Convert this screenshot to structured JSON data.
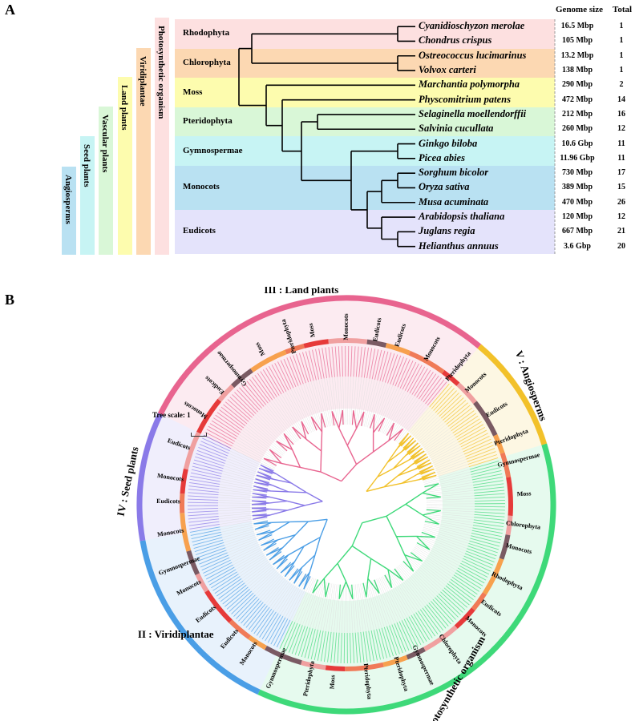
{
  "panels": {
    "a": "A",
    "b": "B"
  },
  "headers": {
    "genome_size": "Genome size",
    "total": "Total"
  },
  "columns": [
    {
      "label": "Angiosperms",
      "color": "#b9e1f2"
    },
    {
      "label": "Seed plants",
      "color": "#c7f4f4"
    },
    {
      "label": "Vascular plants",
      "color": "#d9f7d7"
    },
    {
      "label": "Land plants",
      "color": "#fdfcae"
    },
    {
      "label": "Viridiplantae",
      "color": "#fcd8b2"
    },
    {
      "label": "Photosynthetic organism",
      "color": "#fde0e0"
    }
  ],
  "groups": [
    {
      "label": "Rhodophyta",
      "color": "#fde0e0"
    },
    {
      "label": "Chlorophyta",
      "color": "#fcd8b2"
    },
    {
      "label": "Moss",
      "color": "#fdfcae"
    },
    {
      "label": "Pteridophyta",
      "color": "#d9f7d7"
    },
    {
      "label": "Gymnospermae",
      "color": "#c7f4f4"
    },
    {
      "label": "Monocots",
      "color": "#b9e1f2"
    },
    {
      "label": "Eudicots",
      "color": "#e4e3fb"
    }
  ],
  "species": [
    {
      "name": "Cyanidioschyzon merolae",
      "size": "16.5 Mbp",
      "total": "1"
    },
    {
      "name": "Chondrus crispus",
      "size": "105 Mbp",
      "total": "1"
    },
    {
      "name": "Ostreococcus lucimarinus",
      "size": "13.2 Mbp",
      "total": "1"
    },
    {
      "name": "Volvox carteri",
      "size": "138 Mbp",
      "total": "1"
    },
    {
      "name": "Marchantia polymorpha",
      "size": "290 Mbp",
      "total": "2"
    },
    {
      "name": "Physcomitrium patens",
      "size": "472 Mbp",
      "total": "14"
    },
    {
      "name": "Selaginella moellendorffii",
      "size": "212 Mbp",
      "total": "16"
    },
    {
      "name": "Salvinia cucullata",
      "size": "260 Mbp",
      "total": "12"
    },
    {
      "name": "Ginkgo biloba",
      "size": "10.6 Gbp",
      "total": "11"
    },
    {
      "name": "Picea abies",
      "size": "11.96 Gbp",
      "total": "11"
    },
    {
      "name": "Sorghum bicolor",
      "size": "730 Mbp",
      "total": "17"
    },
    {
      "name": "Oryza sativa",
      "size": "389 Mbp",
      "total": "15"
    },
    {
      "name": "Musa acuminata",
      "size": "470 Mbp",
      "total": "26"
    },
    {
      "name": "Arabidopsis thaliana",
      "size": "120 Mbp",
      "total": "12"
    },
    {
      "name": "Juglans regia",
      "size": "667 Mbp",
      "total": "21"
    },
    {
      "name": "Helianthus annuus",
      "size": "3.6 Gbp",
      "total": "20"
    }
  ],
  "circle": {
    "tree_scale": "Tree scale: 1",
    "clades": [
      {
        "label": "I : Photosynthetic organism",
        "color": "#3ed979"
      },
      {
        "label": "II : Viridiplantae",
        "color": "#4a9ee6"
      },
      {
        "label": "III : Land plants",
        "color": "#e8648f"
      },
      {
        "label": "IV : Seed plants",
        "color": "#8a7ae8"
      },
      {
        "label": "V : Angiosperms",
        "color": "#f2c12a"
      }
    ],
    "ring_labels": [
      "Monocots",
      "Eudicots",
      "Gymnospermae",
      "Moss",
      "Pteridophyta",
      "Moss",
      "Monocots",
      "Eudicots",
      "Eudicots",
      "Monocots",
      "Pteridophyta",
      "Monocots",
      "Eudicots",
      "Pteridophyta",
      "Gymnospermae",
      "Moss",
      "Chlorophyta",
      "Monocots",
      "Rhodophyta",
      "Eudicots",
      "Monocots",
      "Chlorophyta",
      "Gymnospermae",
      "Pteridophyta",
      "Pteridophyta",
      "Moss",
      "Pteridophyta",
      "Gymnospermae",
      "Monocots",
      "Eudicots",
      "Eudicots",
      "Monocots",
      "Gymnospermae",
      "Monocots",
      "Eudicots",
      "Monocots",
      "Eudicots"
    ]
  }
}
